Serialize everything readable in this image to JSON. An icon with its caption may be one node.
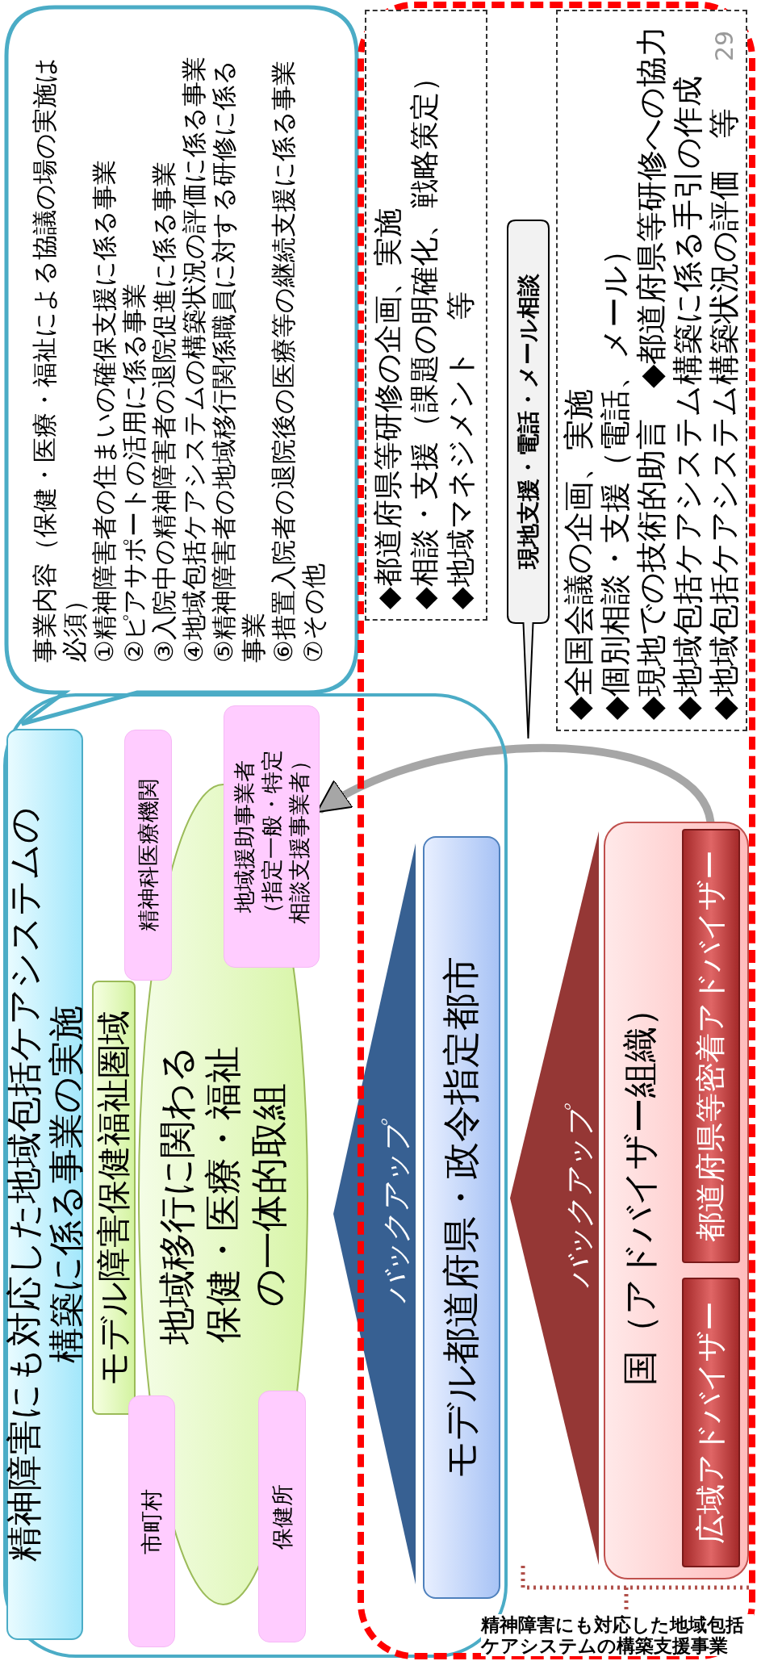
{
  "diagram": {
    "nodes": [
      {
        "text": [
          "事業内容（保健・医療・福祉による協議の場の実施は必須）",
          "①精神障害者の住まいの確保支援に係る事業",
          "②ピアサポートの活用に係る事業",
          "③入院中の精神障害者の退院促進に係る事業",
          "④地域包括ケアシステムの構築状況の評価に係る事業",
          "⑤精神障害者の地域移行関係職員に対する研修に係る事業",
          "⑥措置入院者の退院後の医療等の継続支援に係る事業",
          "⑦その他"
        ]
      },
      {
        "text": [],
        "shape": "box"
      },
      {
        "text": [
          "精神障害にも対応した地域包括ケアシステムの構築に係る事業の実施"
        ],
        "in": 1
      },
      {
        "text": [
          "モデル障害保健福祉圏域"
        ],
        "in": 1
      },
      {
        "text": [
          "地域移行に関わる保健・医療・福祉の一体的取組"
        ],
        "in": 1
      },
      {
        "text": [
          "精神科医療機関"
        ],
        "in": 1
      },
      {
        "text": [
          "地域援助事業者（指定一般・特定相談支援事業者）"
        ],
        "in": 1
      },
      {
        "text": [
          "市町村"
        ],
        "in": 1
      },
      {
        "text": [
          "保健所"
        ],
        "in": 1
      },
      {
        "text": [
          "バックアップ"
        ],
        "in": 1
      },
      {
        "text": [
          "モデル都道府県・政令指定都市"
        ]
      },
      {
        "text": [],
        "shape": "box"
      },
      {
        "text": [
          "バックアップ"
        ],
        "in": 11
      },
      {
        "text": [
          "国（アドバイザー組織）"
        ],
        "in": 11
      },
      {
        "text": [
          "広域アドバイザー"
        ],
        "in": 13
      },
      {
        "text": [
          "都道府県等密着アドバイザー"
        ],
        "in": 13
      },
      {
        "text": [
          "◆都道府県等研修の企画、実施",
          "◆相談・支援（課題の明確化、戦略策定）",
          "◆地域マネジメント　等"
        ],
        "in": 11
      },
      {
        "text": [
          "現地支援・電話・メール相談"
        ],
        "in": 11
      },
      {
        "text": [
          "◆全国会議の企画、実施",
          "◆個別相談・支援（電話、メール）",
          "◆現地での技術的助言　◆都道府県等研修への協力",
          "◆地域包括ケアシステム構築に係る手引の作成",
          "◆地域包括ケアシステム構築状況の評価　等"
        ],
        "in": 11
      }
    ],
    "edges": [
      {
        "from": 15,
        "to": 6,
        "arrow": "to"
      }
    ],
    "labels": [
      "29",
      "精神障害にも対応した地域包括ケアシステムの構築支援事業"
    ]
  }
}
